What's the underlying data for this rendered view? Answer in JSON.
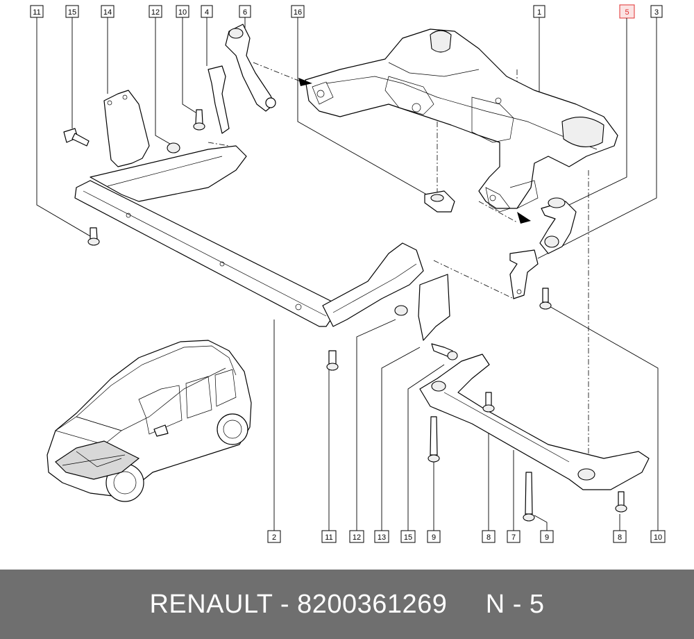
{
  "footer": {
    "text": "RENAULT - 8200361269     N - 5"
  },
  "labels": {
    "top": [
      "11",
      "15",
      "14",
      "12",
      "10",
      "4",
      "6",
      "16",
      "1",
      "5",
      "3"
    ],
    "bottom": [
      "2",
      "11",
      "12",
      "13",
      "15",
      "9",
      "8",
      "7",
      "9",
      "8",
      "10"
    ]
  },
  "highlight_label": "5",
  "highlight_color": "#e03030",
  "footer_background": "#6f6f6f"
}
